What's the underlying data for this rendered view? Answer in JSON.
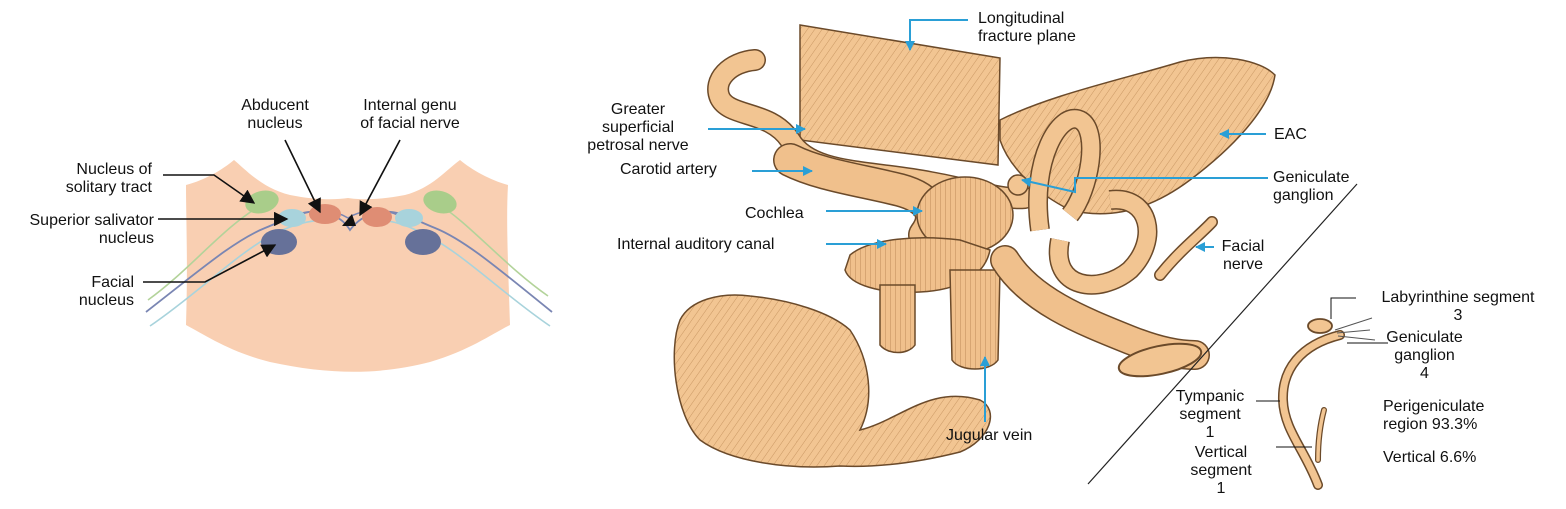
{
  "brainstem": {
    "labels": {
      "nucleus_solitary_tract": "Nucleus of\nsolitary tract",
      "superior_salivator": "Superior salivator\nnucleus",
      "facial_nucleus": "Facial\nnucleus",
      "abducent_nucleus": "Abducent\nnucleus",
      "internal_genu": "Internal genu\nof facial nerve"
    },
    "colors": {
      "section": "#f9cfb2",
      "solitary": "#a9cd8a",
      "salivatory": "#a8d3dc",
      "facial": "#667199",
      "abducent": "#df8d74",
      "fiber_blue": "#7a86b3",
      "fiber_green": "#b3d39a"
    }
  },
  "temporal_bone": {
    "labels": {
      "longitudinal_fracture": "Longitudinal\nfracture plane",
      "greater_superficial_petrosal": "Greater\nsuperficial\npetrosal nerve",
      "carotid_artery": "Carotid artery",
      "cochlea": "Cochlea",
      "internal_auditory_canal": "Internal auditory canal",
      "jugular_vein": "Jugular vein",
      "eac": "EAC",
      "geniculate_ganglion": "Geniculate\nganglion",
      "facial_nerve": "Facial\nnerve"
    },
    "colors": {
      "bone": "#f2c592",
      "bone_shade": "#d9a56e",
      "outline": "#6b4a2a",
      "arrow": "#2a9fd6"
    }
  },
  "facial_nerve_segments": {
    "labels": {
      "labyrinthine": "Labyrinthine segment\n3",
      "geniculate": "Geniculate\nganglion\n4",
      "tympanic": "Tympanic\nsegment\n1",
      "vertical_segment": "Vertical\nsegment\n1",
      "perigeniculate": "Perigeniculate\nregion 93.3%",
      "vertical_pct": "Vertical 6.6%"
    }
  }
}
